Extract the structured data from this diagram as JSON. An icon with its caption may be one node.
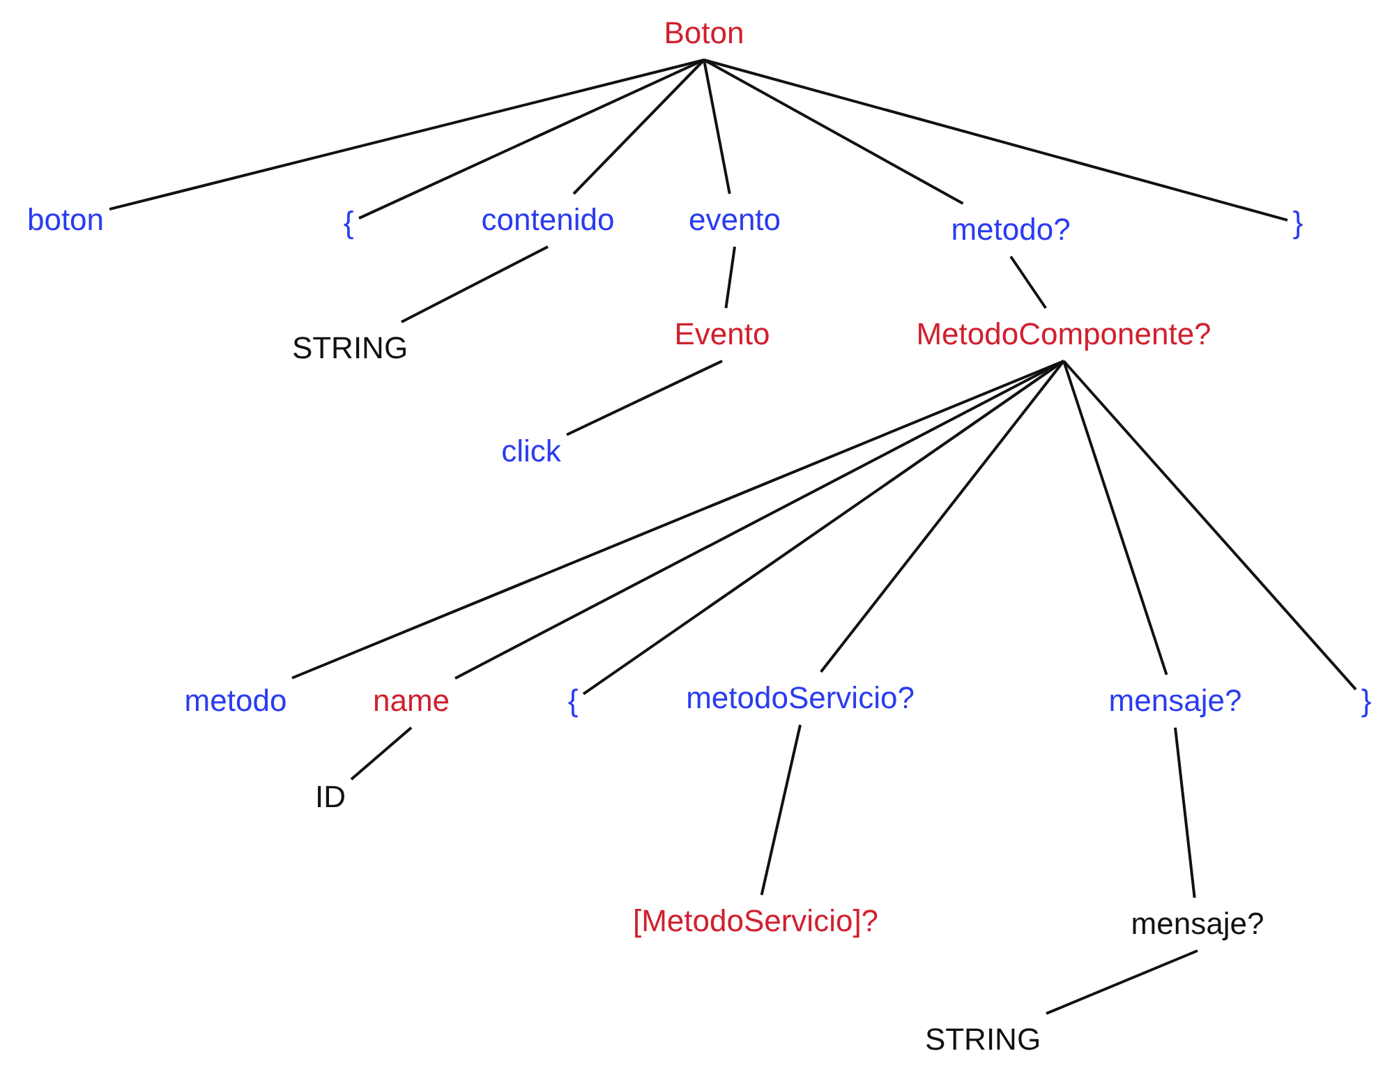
{
  "diagram": {
    "nodes": [
      {
        "text": [
          "Boton"
        ]
      },
      {
        "text": [
          "boton"
        ]
      },
      {
        "text": [
          "{"
        ]
      },
      {
        "text": [
          "contenido"
        ]
      },
      {
        "text": [
          "evento"
        ]
      },
      {
        "text": [
          "metodo?"
        ]
      },
      {
        "text": [
          "}"
        ]
      },
      {
        "text": [
          "STRING"
        ]
      },
      {
        "text": [
          "Evento"
        ]
      },
      {
        "text": [
          "MetodoComponente?"
        ]
      },
      {
        "text": [
          "click"
        ]
      },
      {
        "text": [
          "metodo"
        ]
      },
      {
        "text": [
          "name"
        ]
      },
      {
        "text": [
          "{"
        ]
      },
      {
        "text": [
          "metodoServicio?"
        ]
      },
      {
        "text": [
          "mensaje?"
        ]
      },
      {
        "text": [
          "}"
        ]
      },
      {
        "text": [
          "ID"
        ]
      },
      {
        "text": [
          "[MetodoServicio]?"
        ]
      },
      {
        "text": [
          "mensaje?"
        ]
      },
      {
        "text": [
          "STRING"
        ]
      }
    ],
    "edges": [
      {
        "from": 0,
        "to": 1,
        "arrow": "none"
      },
      {
        "from": 0,
        "to": 2,
        "arrow": "none"
      },
      {
        "from": 0,
        "to": 3,
        "arrow": "none"
      },
      {
        "from": 0,
        "to": 4,
        "arrow": "none"
      },
      {
        "from": 0,
        "to": 5,
        "arrow": "none"
      },
      {
        "from": 0,
        "to": 6,
        "arrow": "none"
      },
      {
        "from": 3,
        "to": 7,
        "arrow": "none"
      },
      {
        "from": 4,
        "to": 8,
        "arrow": "none"
      },
      {
        "from": 5,
        "to": 9,
        "arrow": "none"
      },
      {
        "from": 8,
        "to": 10,
        "arrow": "none"
      },
      {
        "from": 9,
        "to": 11,
        "arrow": "none"
      },
      {
        "from": 9,
        "to": 12,
        "arrow": "none"
      },
      {
        "from": 9,
        "to": 13,
        "arrow": "none"
      },
      {
        "from": 9,
        "to": 14,
        "arrow": "none"
      },
      {
        "from": 9,
        "to": 15,
        "arrow": "none"
      },
      {
        "from": 9,
        "to": 16,
        "arrow": "none"
      },
      {
        "from": 12,
        "to": 17,
        "arrow": "none"
      },
      {
        "from": 14,
        "to": 18,
        "arrow": "none"
      },
      {
        "from": 15,
        "to": 19,
        "arrow": "none"
      },
      {
        "from": 19,
        "to": 20,
        "arrow": "none"
      }
    ]
  }
}
